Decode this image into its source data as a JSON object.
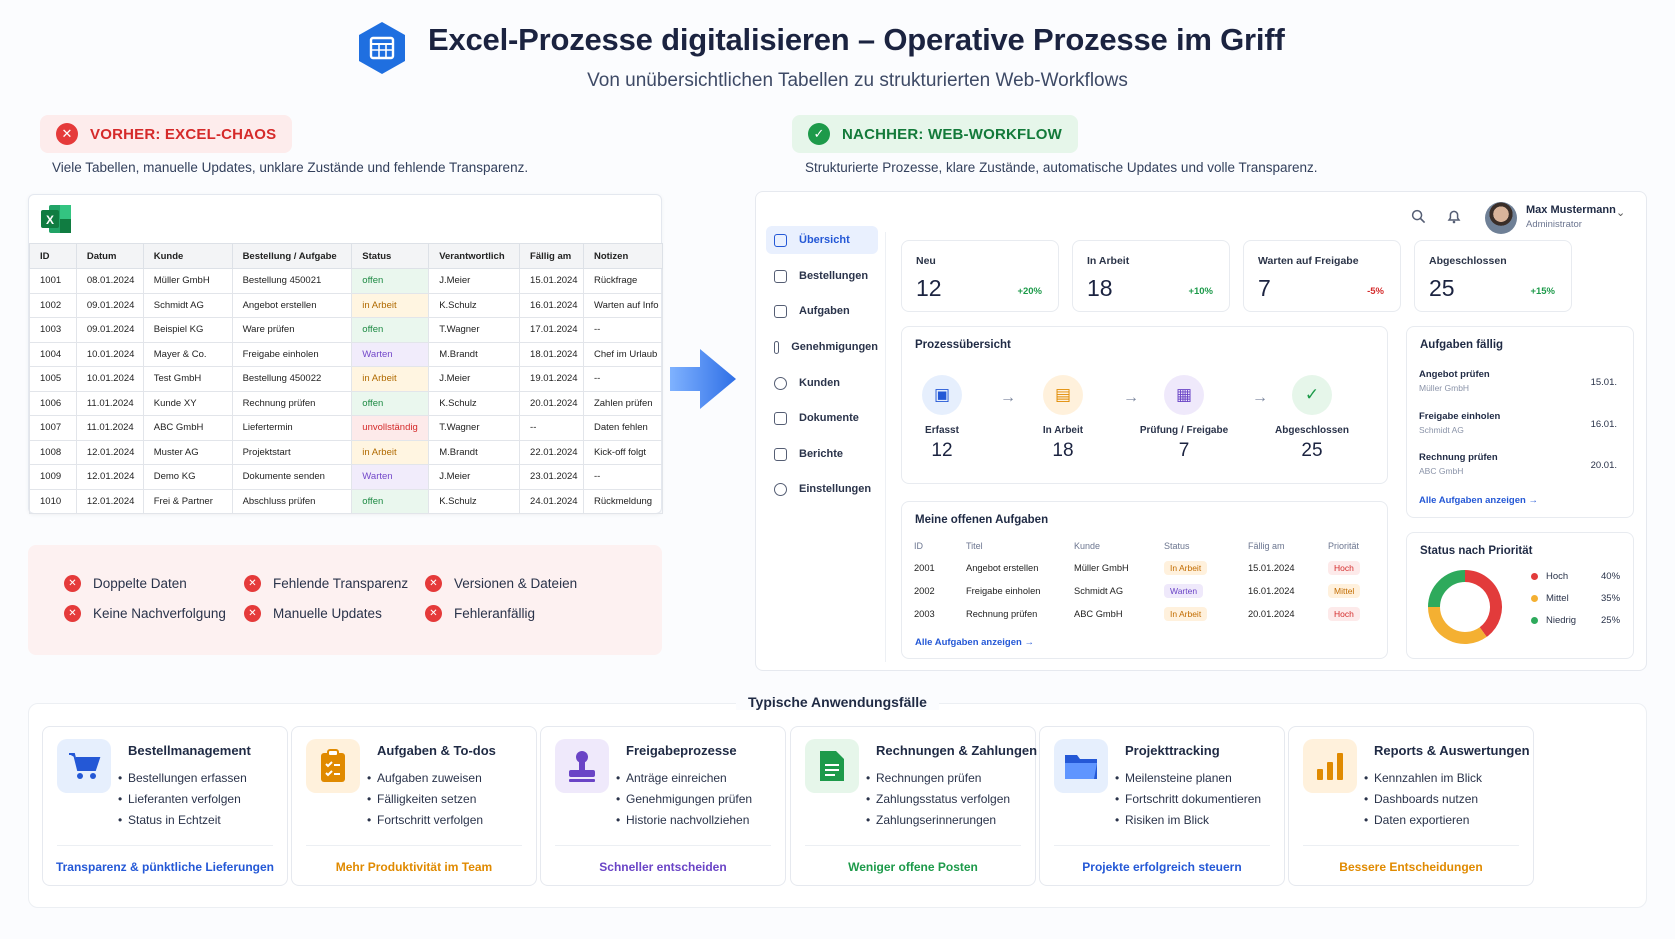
{
  "header": {
    "title": "Excel-Prozesse digitalisieren – Operative Prozesse im Griff",
    "subtitle": "Von unübersichtlichen Tabellen zu strukturierten Web-Workflows"
  },
  "before": {
    "tag": "VORHER: EXCEL-CHAOS",
    "desc": "Viele Tabellen, manuelle Updates, unklare Zustände und fehlende Transparenz.",
    "columns": [
      "ID",
      "Datum",
      "Kunde",
      "Bestellung / Aufgabe",
      "Status",
      "Verantwortlich",
      "Fällig am",
      "Notizen"
    ],
    "rows": [
      [
        "1001",
        "08.01.2024",
        "Müller GmbH",
        "Bestellung 450021",
        "offen",
        "J.Meier",
        "15.01.2024",
        "Rückfrage"
      ],
      [
        "1002",
        "09.01.2024",
        "Schmidt AG",
        "Angebot erstellen",
        "in Arbeit",
        "K.Schulz",
        "16.01.2024",
        "Warten auf Info"
      ],
      [
        "1003",
        "09.01.2024",
        "Beispiel KG",
        "Ware prüfen",
        "offen",
        "T.Wagner",
        "17.01.2024",
        "--"
      ],
      [
        "1004",
        "10.01.2024",
        "Mayer & Co.",
        "Freigabe einholen",
        "Warten",
        "M.Brandt",
        "18.01.2024",
        "Chef im Urlaub"
      ],
      [
        "1005",
        "10.01.2024",
        "Test GmbH",
        "Bestellung 450022",
        "in Arbeit",
        "J.Meier",
        "19.01.2024",
        "--"
      ],
      [
        "1006",
        "11.01.2024",
        "Kunde XY",
        "Rechnung prüfen",
        "offen",
        "K.Schulz",
        "20.01.2024",
        "Zahlen prüfen"
      ],
      [
        "1007",
        "11.01.2024",
        "ABC GmbH",
        "Liefertermin",
        "unvollständig",
        "T.Wagner",
        "--",
        "Daten fehlen"
      ],
      [
        "1008",
        "12.01.2024",
        "Muster AG",
        "Projektstart",
        "in Arbeit",
        "M.Brandt",
        "22.01.2024",
        "Kick-off folgt"
      ],
      [
        "1009",
        "12.01.2024",
        "Demo KG",
        "Dokumente senden",
        "Warten",
        "J.Meier",
        "23.01.2024",
        "--"
      ],
      [
        "1010",
        "12.01.2024",
        "Frei & Partner",
        "Abschluss prüfen",
        "offen",
        "K.Schulz",
        "24.01.2024",
        "Rückmeldung"
      ]
    ],
    "problems": [
      "Doppelte Daten",
      "Fehlende Transparenz",
      "Versionen & Dateien",
      "Keine Nachverfolgung",
      "Manuelle Updates",
      "Fehleranfällig"
    ]
  },
  "after": {
    "tag": "NACHHER: WEB-WORKFLOW",
    "desc": "Strukturierte Prozesse, klare Zustände, automatische Updates und volle Transparenz."
  },
  "dashboard": {
    "user": {
      "name": "Max Mustermann",
      "role": "Administrator"
    },
    "nav": [
      "Übersicht",
      "Bestellungen",
      "Aufgaben",
      "Genehmigungen",
      "Kunden",
      "Dokumente",
      "Berichte",
      "Einstellungen"
    ],
    "kpis": [
      {
        "label": "Neu",
        "value": "12",
        "change": "+20%",
        "color": "#1d9a4a"
      },
      {
        "label": "In Arbeit",
        "value": "18",
        "change": "+10%",
        "color": "#1d9a4a"
      },
      {
        "label": "Warten auf Freigabe",
        "value": "7",
        "change": "-5%",
        "color": "#d42b2b"
      },
      {
        "label": "Abgeschlossen",
        "value": "25",
        "change": "+15%",
        "color": "#1d9a4a"
      }
    ],
    "process": {
      "title": "Prozessübersicht",
      "steps": [
        {
          "label": "Erfasst",
          "value": "12",
          "bg": "#e6effd",
          "fg": "#2458d6"
        },
        {
          "label": "In Arbeit",
          "value": "18",
          "bg": "#fff1dc",
          "fg": "#e08a00"
        },
        {
          "label": "Prüfung / Freigabe",
          "value": "7",
          "bg": "#efe9fb",
          "fg": "#6a44c6"
        },
        {
          "label": "Abgeschlossen",
          "value": "25",
          "bg": "#e6f6ea",
          "fg": "#1d9a4a"
        }
      ]
    },
    "tasks": {
      "title": "Meine offenen Aufgaben",
      "columns": [
        "ID",
        "Titel",
        "Kunde",
        "Status",
        "Fällig am",
        "Priorität"
      ],
      "rows": [
        [
          "2001",
          "Angebot erstellen",
          "Müller GmbH",
          "In Arbeit",
          "15.01.2024",
          "Hoch"
        ],
        [
          "2002",
          "Freigabe einholen",
          "Schmidt AG",
          "Warten",
          "16.01.2024",
          "Mittel"
        ],
        [
          "2003",
          "Rechnung prüfen",
          "ABC GmbH",
          "In Arbeit",
          "20.01.2024",
          "Hoch"
        ]
      ],
      "link": "Alle Aufgaben anzeigen →"
    },
    "due": {
      "title": "Aufgaben fällig",
      "items": [
        {
          "title": "Angebot prüfen",
          "sub": "Müller GmbH",
          "date": "15.01."
        },
        {
          "title": "Freigabe einholen",
          "sub": "Schmidt AG",
          "date": "16.01."
        },
        {
          "title": "Rechnung prüfen",
          "sub": "ABC GmbH",
          "date": "20.01."
        }
      ],
      "link": "Alle Aufgaben anzeigen →"
    },
    "priority": {
      "title": "Status nach Priorität",
      "items": [
        {
          "label": "Hoch",
          "pct": "40%",
          "value": 40,
          "color": "#e23b3b"
        },
        {
          "label": "Mittel",
          "pct": "35%",
          "value": 35,
          "color": "#f4b032"
        },
        {
          "label": "Niedrig",
          "pct": "25%",
          "value": 25,
          "color": "#2eaa5c"
        }
      ]
    }
  },
  "usecases": {
    "title": "Typische Anwendungsfälle",
    "cards": [
      {
        "title": "Bestellmanagement",
        "icon": "cart-icon",
        "bullets": [
          "Bestellungen erfassen",
          "Lieferanten verfolgen",
          "Status in Echtzeit"
        ],
        "footer": "Transparenz & pünktliche Lieferungen",
        "color": "#2458d6",
        "bg": "#e6effd"
      },
      {
        "title": "Aufgaben & To-dos",
        "icon": "clipboard-icon",
        "bullets": [
          "Aufgaben zuweisen",
          "Fälligkeiten setzen",
          "Fortschritt verfolgen"
        ],
        "footer": "Mehr Produktivität im Team",
        "color": "#e08a00",
        "bg": "#fff1dc"
      },
      {
        "title": "Freigabeprozesse",
        "icon": "stamp-icon",
        "bullets": [
          "Anträge einreichen",
          "Genehmigungen prüfen",
          "Historie nachvollziehen"
        ],
        "footer": "Schneller entscheiden",
        "color": "#6a44c6",
        "bg": "#efe9fb"
      },
      {
        "title": "Rechnungen & Zahlungen",
        "icon": "invoice-icon",
        "bullets": [
          "Rechnungen prüfen",
          "Zahlungsstatus verfolgen",
          "Zahlungserinnerungen"
        ],
        "footer": "Weniger offene Posten",
        "color": "#1d9a4a",
        "bg": "#e6f6ea"
      },
      {
        "title": "Projekttracking",
        "icon": "folder-icon",
        "bullets": [
          "Meilensteine planen",
          "Fortschritt dokumentieren",
          "Risiken im Blick"
        ],
        "footer": "Projekte erfolgreich steuern",
        "color": "#2458d6",
        "bg": "#e6effd"
      },
      {
        "title": "Reports & Auswertungen",
        "icon": "bar-chart-icon",
        "bullets": [
          "Kennzahlen im Blick",
          "Dashboards nutzen",
          "Daten exportieren"
        ],
        "footer": "Bessere Entscheidungen",
        "color": "#e08a00",
        "bg": "#fff1dc"
      }
    ]
  }
}
